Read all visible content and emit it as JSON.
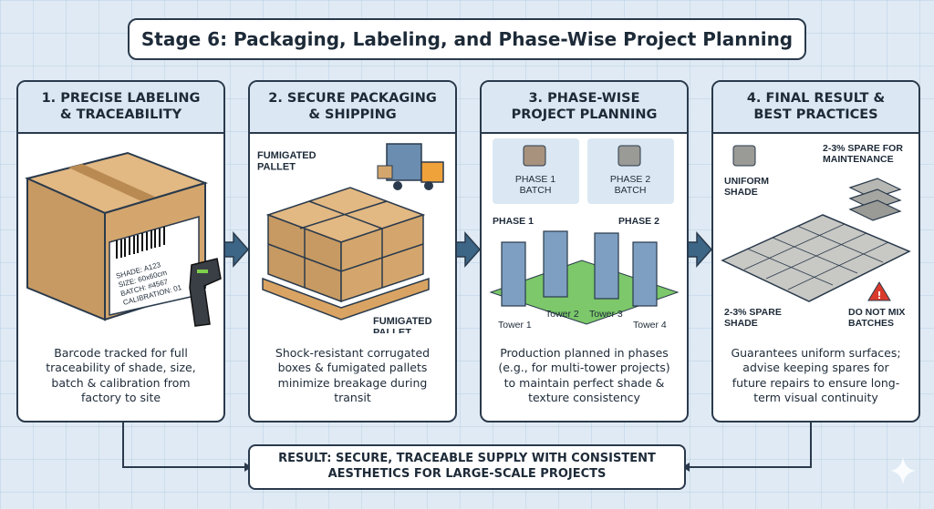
{
  "title": "Stage 6: Packaging, Labeling, and Phase-Wise Project Planning",
  "panels": [
    {
      "heading": "1. PRECISE LABELING\n& TRACEABILITY",
      "description": "Barcode tracked for full\ntraceability of shade, size,\nbatch & calibration from\nfactory to site",
      "label_lines": [
        "SHADE: A123",
        "SIZE: 60x60cm",
        "BATCH: #4567",
        "CALIBRATION: 01"
      ]
    },
    {
      "heading": "2. SECURE PACKAGING\n& SHIPPING",
      "description": "Shock-resistant corrugated\nboxes & fumigated pallets\nminimize breakage during\ntransit",
      "callout_top": "FUMIGATED\nPALLET",
      "callout_bottom": "FUMIGATED\nPALLET"
    },
    {
      "heading": "3. PHASE-WISE\nPROJECT PLANNING",
      "description": "Production planned in phases\n(e.g., for multi-tower projects)\nto maintain perfect shade &\ntexture consistency",
      "batch1": "PHASE 1\nBATCH",
      "batch2": "PHASE 2\nBATCH",
      "phase1": "PHASE 1",
      "phase2": "PHASE 2",
      "towers": [
        "Tower 1",
        "Tower 2",
        "Tower 3",
        "Tower 4"
      ]
    },
    {
      "heading": "4. FINAL RESULT &\nBEST PRACTICES",
      "description": "Guarantees uniform surfaces;\nadvise keeping spares for\nfuture repairs to ensure long-\nterm visual continuity",
      "uniform": "UNIFORM\nSHADE",
      "spare_maint": "2-3% SPARE FOR\nMAINTENANCE",
      "spare_shade": "2-3% SPARE\nSHADE",
      "warning": "DO NOT MIX\nBATCHES"
    }
  ],
  "result": "RESULT: SECURE, TRACEABLE SUPPLY WITH CONSISTENT\nAESTHETICS FOR LARGE-SCALE PROJECTS",
  "colors": {
    "accent": "#3d6585",
    "border": "#2a3a4c",
    "header": "#dbe8f3",
    "box": "#c79a63",
    "warning": "#d93a2b"
  }
}
